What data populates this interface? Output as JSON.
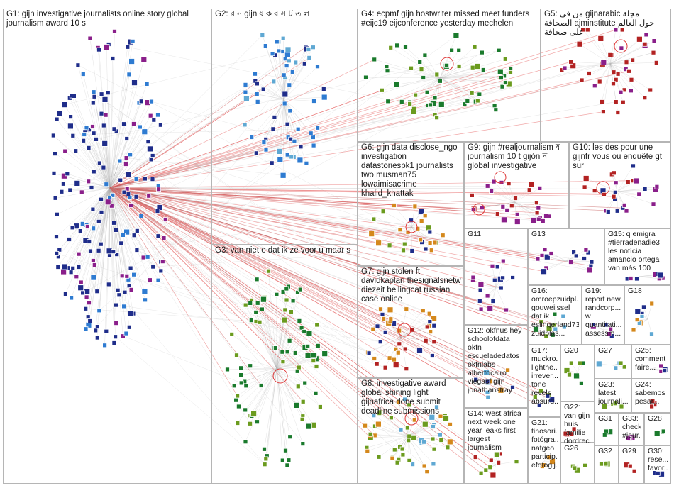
{
  "graph": {
    "node_colors": [
      "#1f2d8a",
      "#2e7bd1",
      "#1a7a2c",
      "#b22222",
      "#8a1f8a",
      "#d4881c",
      "#6b9b1e",
      "#5fa8d3"
    ],
    "edge_color": "#b0b0b0",
    "highlight_edge_color": "#e03a3a",
    "groups": [
      {
        "id": "G1",
        "label": "G1: gijn investigative journalists online story global journalism award 10 s"
      },
      {
        "id": "G2",
        "label": "G2: র ন gijn ষ ক র স ট ত ল"
      },
      {
        "id": "G3",
        "label": "G3: van niet e dat ik ze voor u maar s"
      },
      {
        "id": "G4",
        "label": "G4: ecpmf gijn hostwriter missed meet funders #eijc19 eijconference yesterday mechelen"
      },
      {
        "id": "G5",
        "label": "G5: من في gijnarabic مجلة الصحافة ajminstitute حول العالم على صحافة"
      },
      {
        "id": "G6",
        "label": "G6: gijn data disclose_ngo investigation datastoriespk1 journalists two musman75 lowaimisacrime khalid_khattak"
      },
      {
        "id": "G7",
        "label": "G7: gijn stolen ft davidkaplan thesignalsnetw diezeit bellingcat russian case online"
      },
      {
        "id": "G8",
        "label": "G8: investigative award global shining light gijnafrica done submit deadline submissions"
      },
      {
        "id": "G9",
        "label": "G9: gijn #realjournalism ষ journalism 10 t gijón ন global investigative"
      },
      {
        "id": "G10",
        "label": "G10: les des pour une gijnfr vous ou enquête gt sur"
      },
      {
        "id": "G11",
        "label": "G11"
      },
      {
        "id": "G12",
        "label": "G12: okfnus hey schoolofdata okfn escueladedatos okfnlabs albertocairo viegasf gijn jonathanstray"
      },
      {
        "id": "G13",
        "label": "G13"
      },
      {
        "id": "G14",
        "label": "G14: west africa next week one year leaks first largest journalism"
      },
      {
        "id": "G15",
        "label": "G15: q emigra #tierradenadie3 les notícia amancio ortega van más 100"
      },
      {
        "id": "G16",
        "label": "G16: omroepzuidpl... gouweijssel dat ik eslingerland73 zuidplas..."
      },
      {
        "id": "G17",
        "label": "G17: muckro... lighthe... irrever... tone revels absurd..."
      },
      {
        "id": "G18",
        "label": "G18"
      },
      {
        "id": "G19",
        "label": "G19: report new randcorp... w quantitati... assessm..."
      },
      {
        "id": "G20",
        "label": "G20"
      },
      {
        "id": "G21",
        "label": "G21: tinosori... fotógra... natgeo particip... efotogij..."
      },
      {
        "id": "G22",
        "label": "G22: van gijn huis familie dordrec..."
      },
      {
        "id": "G23",
        "label": "G23: latest journali..."
      },
      {
        "id": "G24",
        "label": "G24: sabemos pesar..."
      },
      {
        "id": "G25",
        "label": "G25: comment faire..."
      },
      {
        "id": "G26",
        "label": "G26"
      },
      {
        "id": "G27",
        "label": "G27"
      },
      {
        "id": "G28",
        "label": "G28"
      },
      {
        "id": "G29",
        "label": "G29"
      },
      {
        "id": "G30",
        "label": "G30: rese... favor..."
      },
      {
        "id": "G31",
        "label": "G31"
      },
      {
        "id": "G32",
        "label": "G32"
      },
      {
        "id": "G33",
        "label": "G33: check #jour..."
      }
    ]
  }
}
